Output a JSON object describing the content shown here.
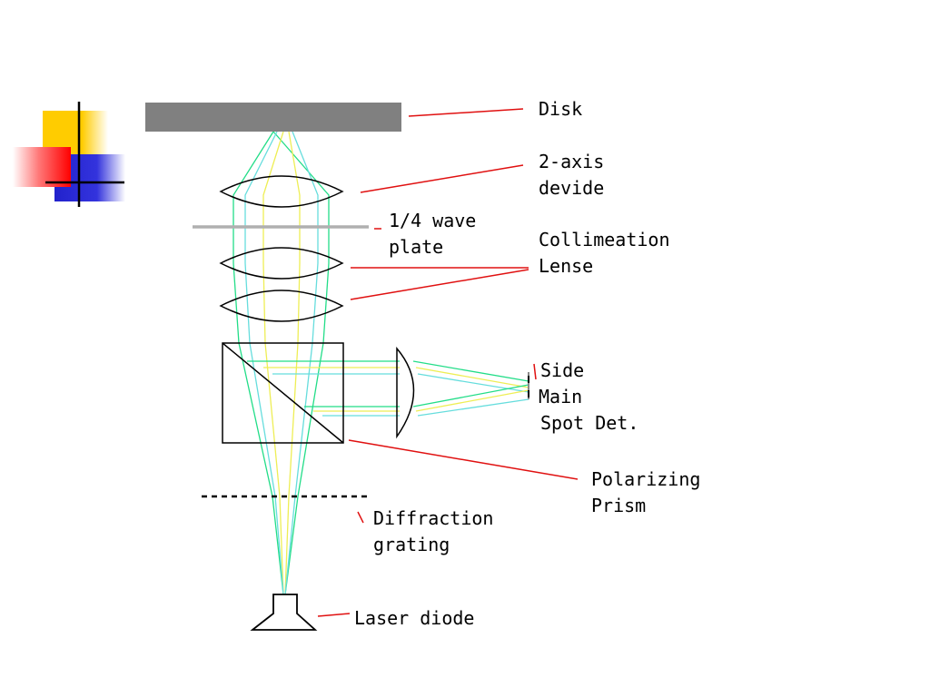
{
  "colors": {
    "background": "#ffffff",
    "leader_line": "#e01010",
    "outline": "#000000",
    "disk_fill": "#808080",
    "wave_plate": "#b0b0b0",
    "beam_green": "#22dd88",
    "beam_yellow": "#eeee55",
    "beam_cyan": "#66dddd",
    "logo_yellow": "#ffcc00",
    "logo_red": "#ff2222",
    "logo_blue": "#2222cc"
  },
  "logo": {
    "icon": "slide-corner-logo-icon"
  },
  "labels": {
    "disk": "Disk",
    "two_axis_line1": "2-axis",
    "two_axis_line2": "devide",
    "wave_plate_line1": "1/4 wave",
    "wave_plate_line2": "plate",
    "collimation_line1": "Collimeation",
    "collimation_line2": "Lense",
    "detector_line1": "Side",
    "detector_line2": "Main",
    "detector_line3": "Spot Det.",
    "prism_line1": "Polarizing",
    "prism_line2": "Prism",
    "grating_line1": "Diffraction",
    "grating_line2": "grating",
    "laser": "Laser diode"
  }
}
